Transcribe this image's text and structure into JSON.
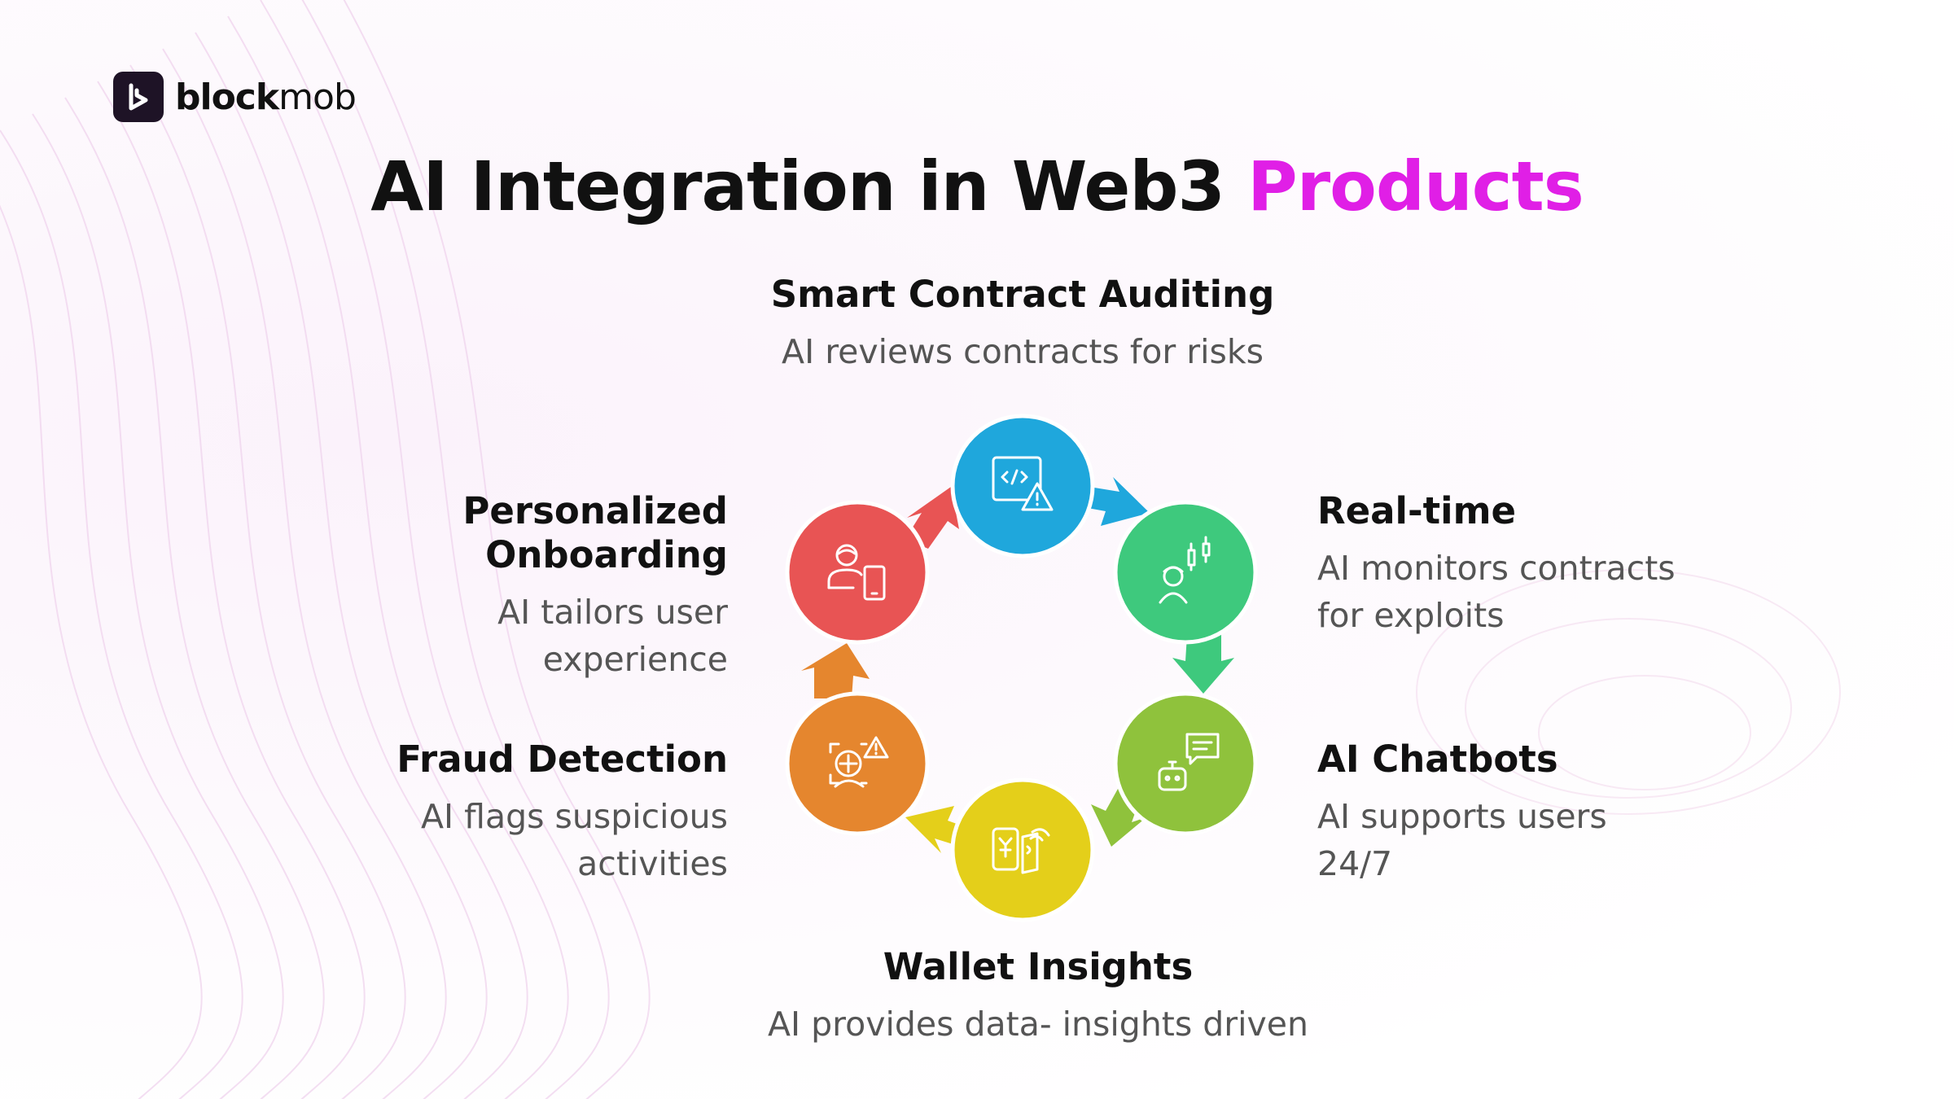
{
  "brand": {
    "name_bold": "block",
    "name_light": "mob"
  },
  "title": {
    "main": "AI Integration in Web3",
    "accent": "Products",
    "accent_color": "#e01fe6"
  },
  "steps": [
    {
      "id": "smart-contract-auditing",
      "title": "Smart Contract Auditing",
      "desc_lines": [
        "AI reviews contracts for risks"
      ],
      "color": "#1fa7dc",
      "icon": "code-warning-icon"
    },
    {
      "id": "real-time",
      "title": "Real-time",
      "desc_lines": [
        "AI monitors contracts",
        "for exploits"
      ],
      "color": "#3ec97d",
      "icon": "trader-chart-icon"
    },
    {
      "id": "ai-chatbots",
      "title": "AI Chatbots",
      "desc_lines": [
        "AI supports users",
        "24/7"
      ],
      "color": "#8fc23c",
      "icon": "chatbot-icon"
    },
    {
      "id": "wallet-insights",
      "title": "Wallet Insights",
      "desc_lines": [
        "AI provides data- insights driven"
      ],
      "color": "#e4cf1a",
      "icon": "wallet-phone-icon"
    },
    {
      "id": "fraud-detection",
      "title": "Fraud Detection",
      "desc_lines": [
        "AI flags suspicious",
        "activities"
      ],
      "color": "#e5862e",
      "icon": "face-scan-warning-icon"
    },
    {
      "id": "personalized-onboarding",
      "title": "Personalized Onboarding",
      "desc_lines": [
        "AI tailors user",
        "experience"
      ],
      "color": "#e85454",
      "icon": "user-device-icon"
    }
  ]
}
